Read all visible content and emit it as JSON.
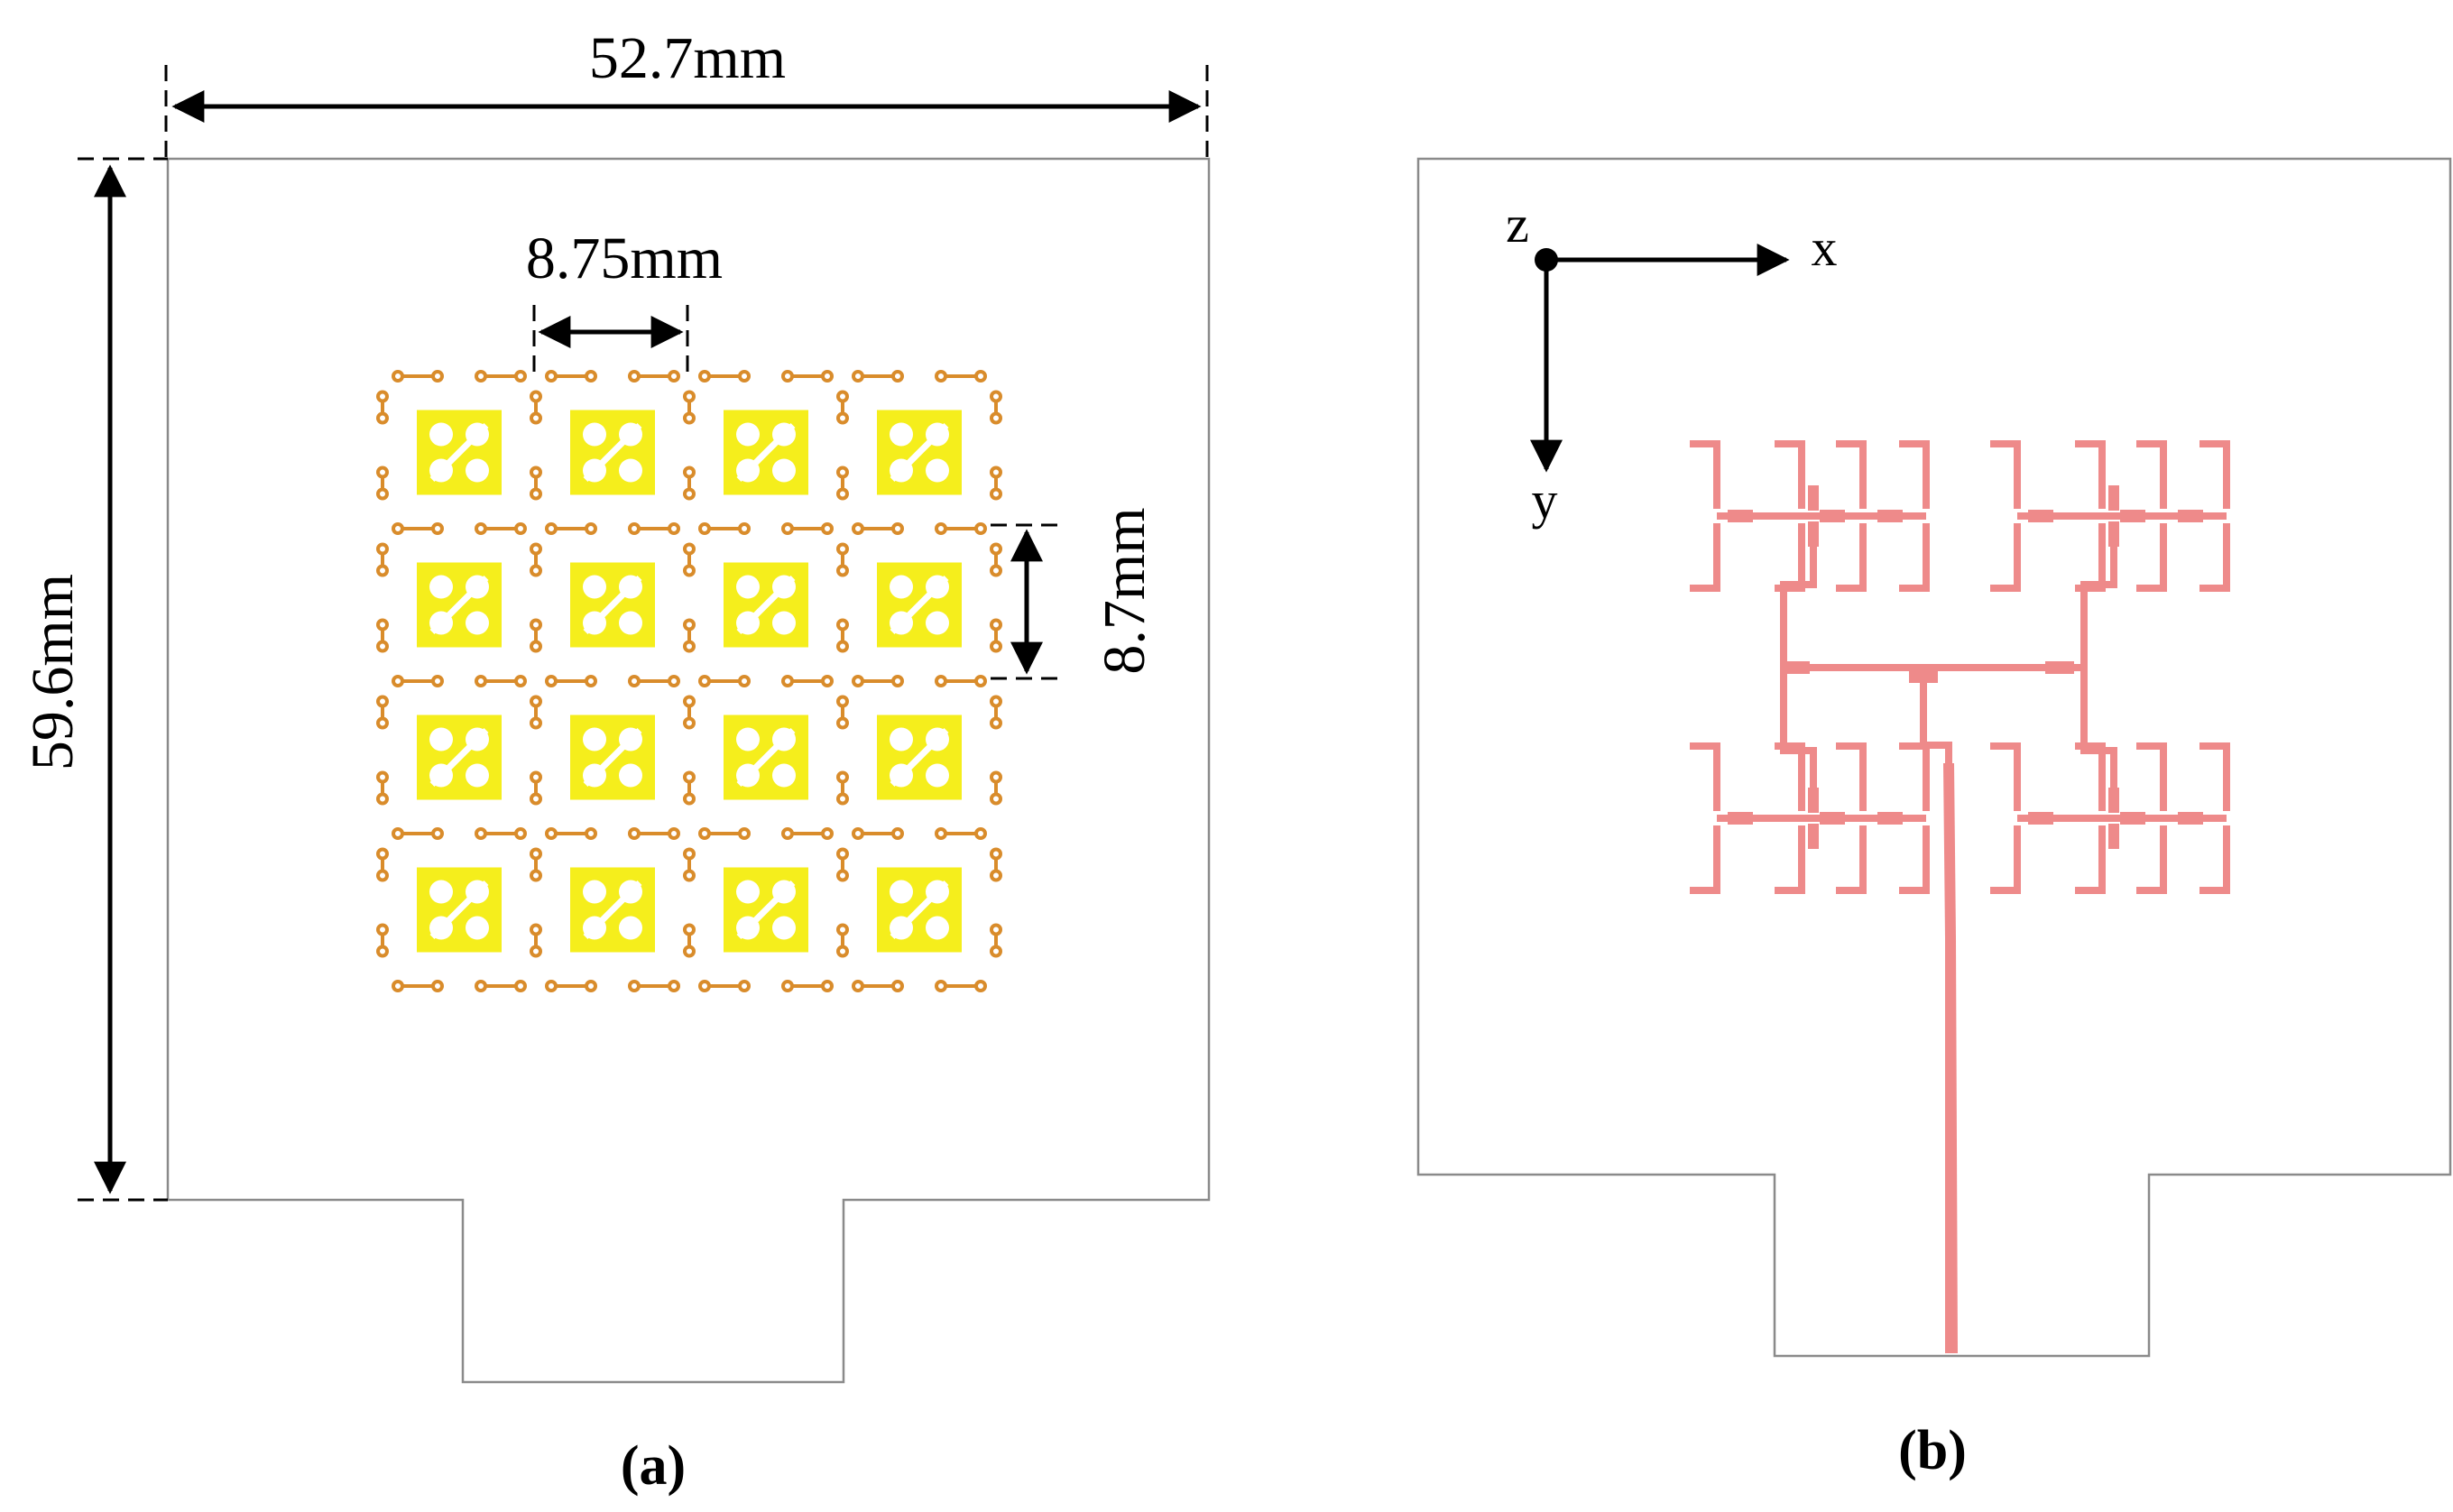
{
  "panel_a": {
    "caption": "(a)",
    "width_label": "52.7mm",
    "height_label": "59.6mm",
    "cell_width_label": "8.75mm",
    "cell_height_label": "8.7mm",
    "grid_rows": 4,
    "grid_cols": 4
  },
  "panel_b": {
    "caption": "(b)",
    "axis_labels": {
      "z": "z",
      "x": "x",
      "y": "y"
    }
  },
  "colors": {
    "patch": "#f5ee1c",
    "ring": "#d98c2b",
    "feed": "#ee8a8a",
    "outline": "#8a8a8a"
  }
}
